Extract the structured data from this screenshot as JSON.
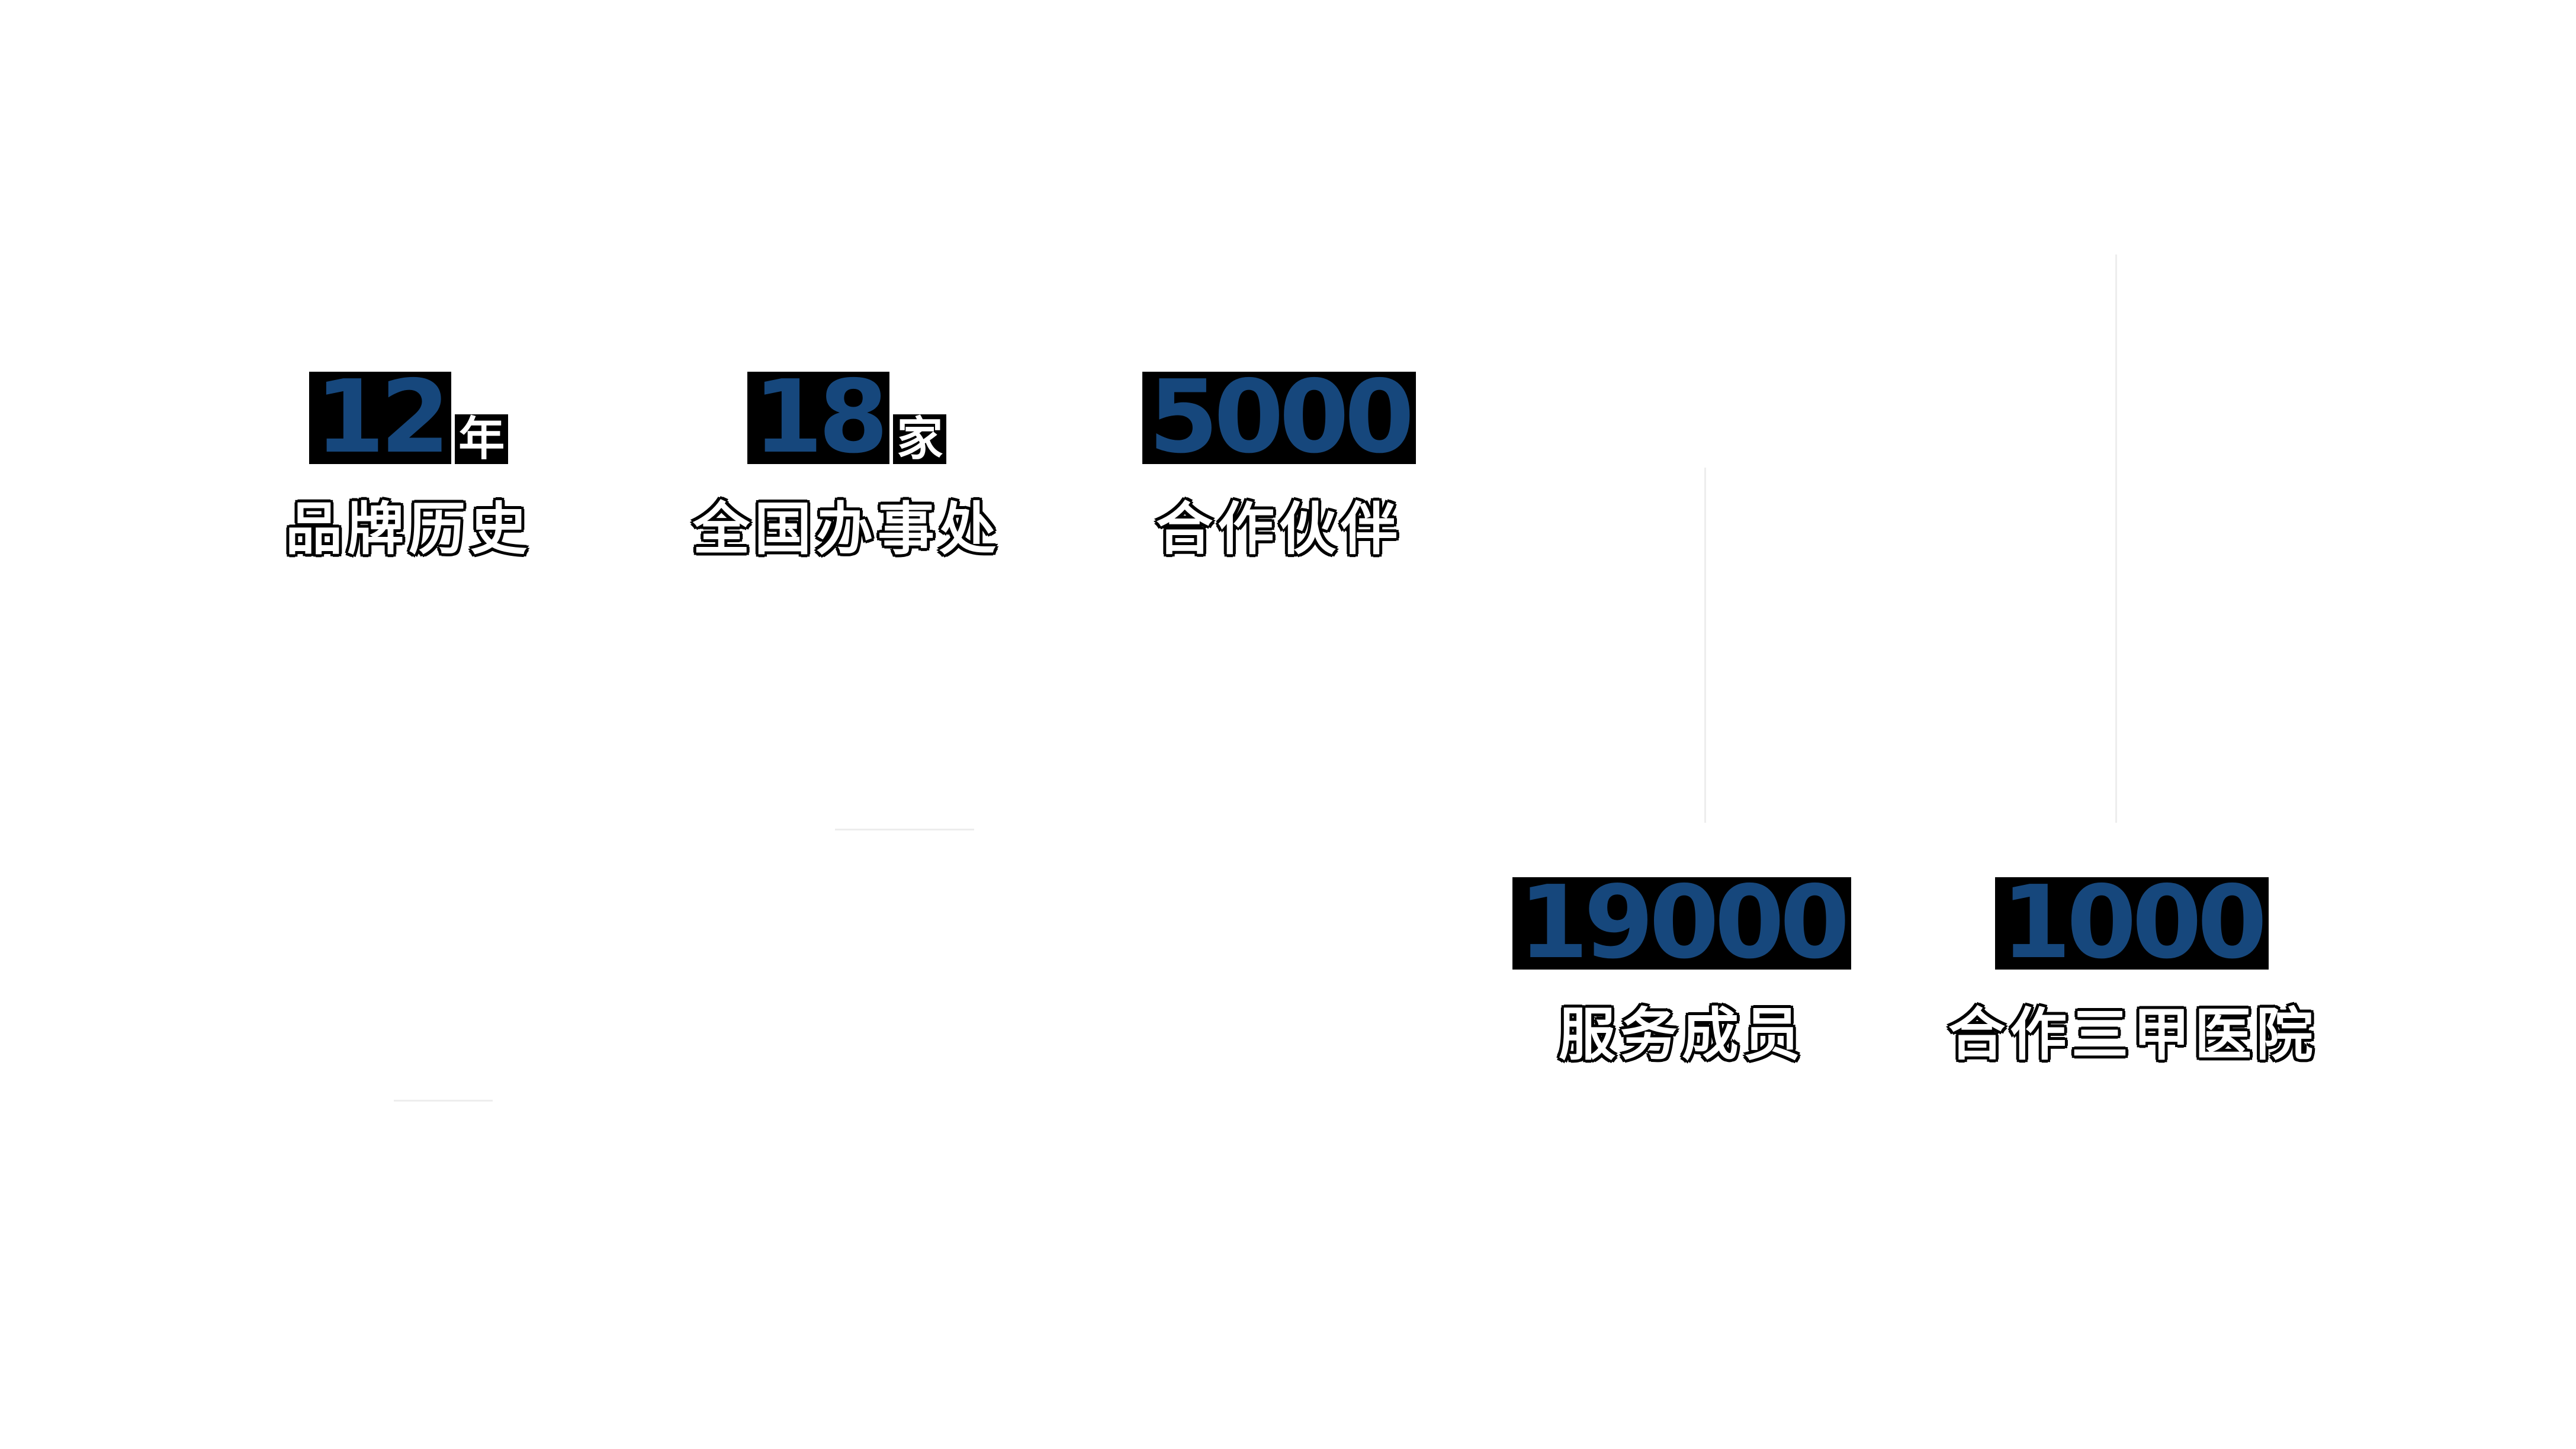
{
  "page": {
    "background": "#ffffff"
  },
  "colors": {
    "number_fill": "#16477c",
    "number_background": "#000000",
    "unit_fill": "#ffffff",
    "label_fill": "#ffffff",
    "label_outline": "#000000",
    "divider": "#ededed"
  },
  "stats": [
    {
      "number": "12",
      "unit": "年",
      "label": "品牌历史"
    },
    {
      "number": "18",
      "unit": "家",
      "label": "全国办事处"
    },
    {
      "number": "5000",
      "unit": "",
      "label": "合作伙伴"
    },
    {
      "number": "19000",
      "unit": "",
      "label": "服务成员"
    },
    {
      "number": "1000",
      "unit": "",
      "label": "合作三甲医院"
    }
  ]
}
